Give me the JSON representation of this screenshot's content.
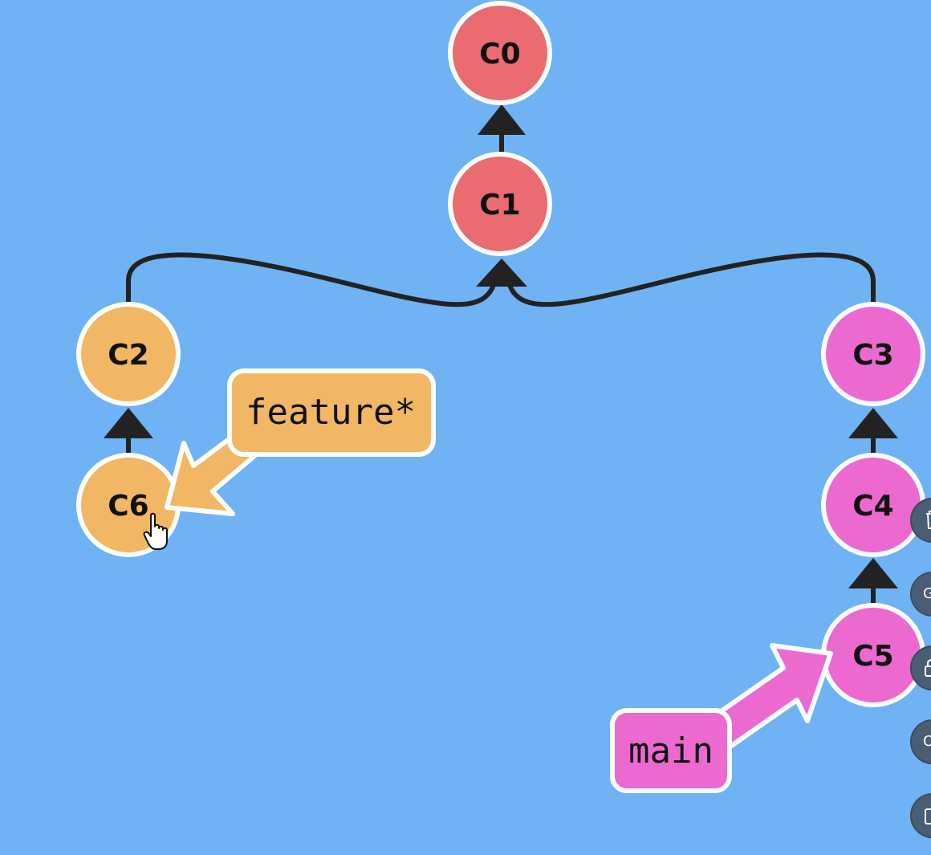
{
  "colors": {
    "background": "#6fb3f5",
    "root_branch_fill": "#ea6b70",
    "feature_branch_fill": "#f2b765",
    "main_branch_fill": "#ec6ad0",
    "edge_color": "#222222",
    "node_border": "#ffffff"
  },
  "commits": {
    "c0": "C0",
    "c1": "C1",
    "c2": "C2",
    "c3": "C3",
    "c4": "C4",
    "c5": "C5",
    "c6": "C6"
  },
  "branches": {
    "feature": "feature*",
    "main": "main"
  },
  "side_toolbar": {
    "icons": [
      "trash-icon",
      "g-icon",
      "lock-icon",
      "o-icon",
      "copy-icon"
    ],
    "button_2_glyph": "G",
    "button_4_glyph": "O"
  }
}
